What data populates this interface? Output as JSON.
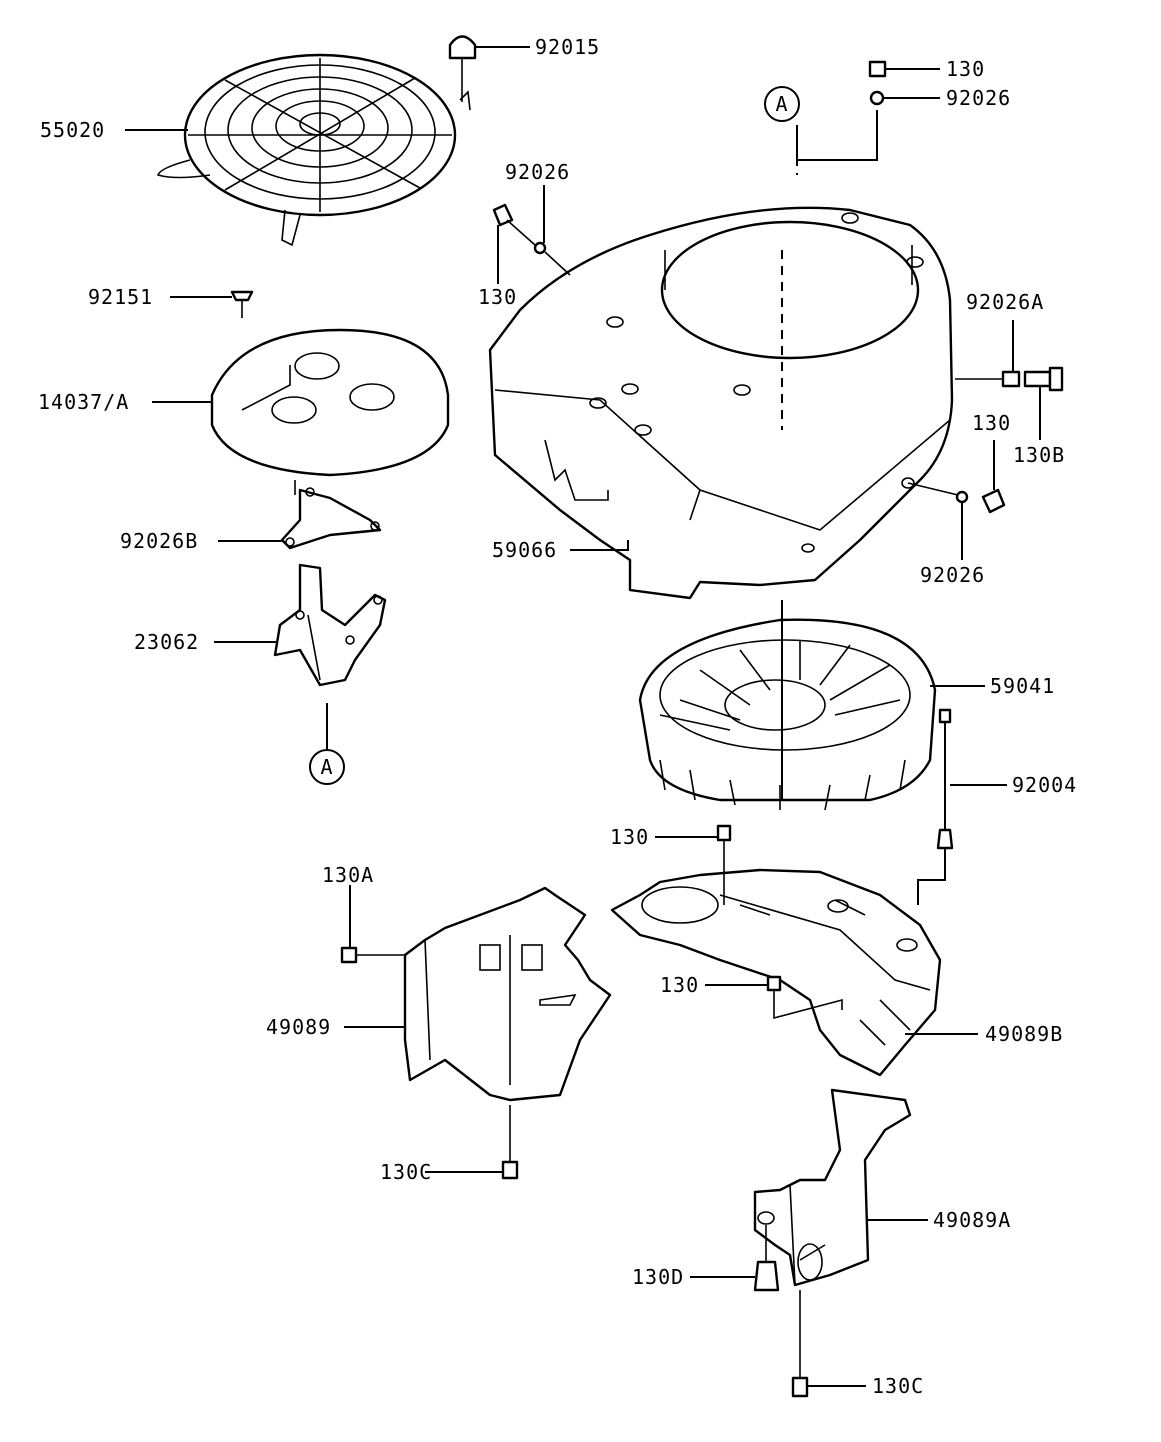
{
  "labels": {
    "p92015": "92015",
    "p55020": "55020",
    "p130_top": "130",
    "p92026_top": "92026",
    "p92026_mid": "92026",
    "p130_mid": "130",
    "p92151": "92151",
    "p14037A": "14037/A",
    "p92026A": "92026A",
    "p130_right": "130",
    "p130B": "130B",
    "p92026B": "92026B",
    "p59066": "59066",
    "p92026_bot": "92026",
    "p23062": "23062",
    "p59041": "59041",
    "p92004": "92004",
    "p130_fan": "130",
    "p130A": "130A",
    "p130_plate": "130",
    "p49089": "49089",
    "p49089B": "49089B",
    "p130C_left": "130C",
    "p49089A": "49089A",
    "p130D": "130D",
    "p130C_bot": "130C"
  },
  "refs": {
    "top": "A",
    "bottom": "A"
  }
}
